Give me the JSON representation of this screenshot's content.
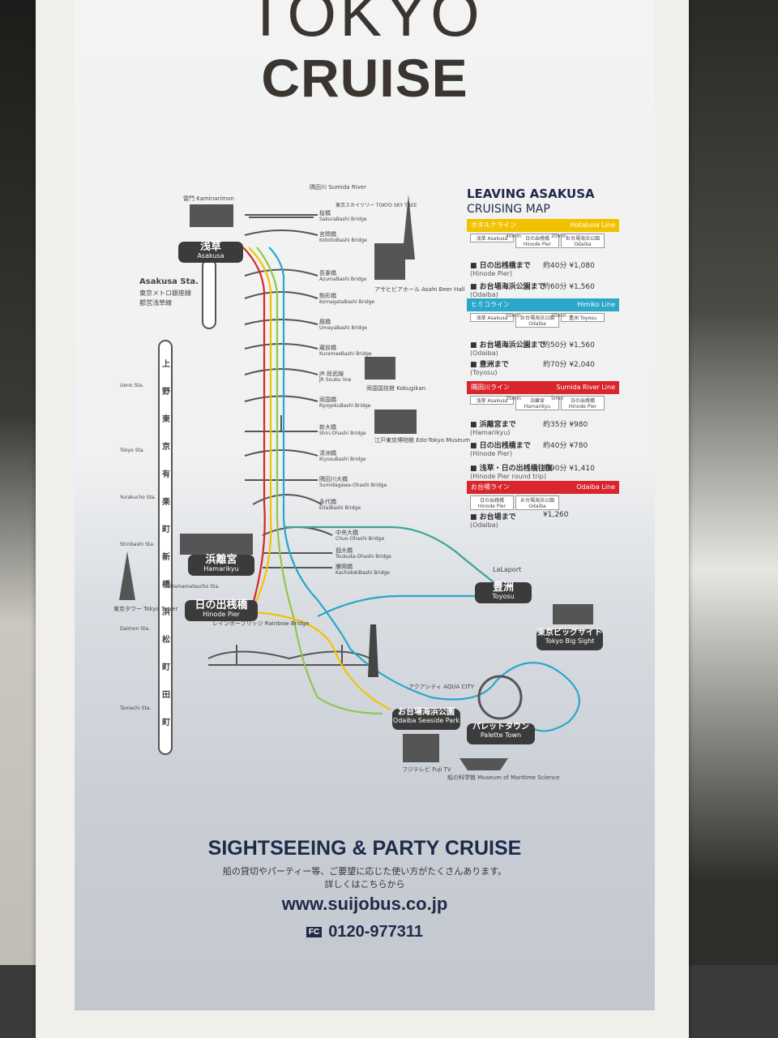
{
  "title_top": "TOKYO",
  "title_main": "CRUISE",
  "legend": {
    "heading1": "LEAVING ASAKUSA",
    "heading2": "CRUISING MAP",
    "lines": [
      {
        "name": "ホタルナライン",
        "en": "Hotaluna Line",
        "color": "#f2c200",
        "stops": [
          "浅草 Asakusa",
          "日の出桟橋 Hinode Pier",
          "お台場海浜公園 Odaiba"
        ],
        "times": [
          "40min",
          "20min"
        ]
      },
      {
        "name": "ヒミコライン",
        "en": "Himiko Line",
        "color": "#2aa7c9",
        "stops": [
          "浅草 Asakusa",
          "お台場海浜公園 Odaiba",
          "豊洲 Toyosu"
        ],
        "times": [
          "50min",
          "20min"
        ]
      },
      {
        "name": "隅田川ライン",
        "en": "Sumida River Line",
        "color": "#d9252c",
        "stops": [
          "浅草 Asakusa",
          "浜離宮 Hamarikyu",
          "日の出桟橋 Hinode Pier"
        ],
        "times": [
          "35min",
          "5min"
        ]
      },
      {
        "name": "お台場ライン",
        "en": "Odaiba Line",
        "color": "#d9252c",
        "stops": [
          "日の出桟橋 Hinode Pier",
          "お台場海浜公園 Odaiba"
        ],
        "times": []
      }
    ],
    "fares": [
      {
        "jp": "日の出桟橋まで",
        "en": "(Hinode Pier)",
        "time": "約40分",
        "price": "¥1,080"
      },
      {
        "jp": "お台場海浜公園まで",
        "en": "(Odaiba)",
        "time": "約60分",
        "price": "¥1,560"
      },
      {
        "jp": "お台場海浜公園まで",
        "en": "(Odaiba)",
        "time": "約50分",
        "price": "¥1,560"
      },
      {
        "jp": "豊洲まで",
        "en": "(Toyosu)",
        "time": "約70分",
        "price": "¥2,040"
      },
      {
        "jp": "浜離宮まで",
        "en": "(Hamarikyu)",
        "time": "約35分",
        "price": "¥980"
      },
      {
        "jp": "日の出桟橋まで",
        "en": "(Hinode Pier)",
        "time": "約40分",
        "price": "¥780"
      },
      {
        "jp": "浅草・日の出桟橋往復",
        "en": "(Hinode Pier round trip)",
        "time": "約90分",
        "price": "¥1,410"
      },
      {
        "jp": "お台場まで",
        "en": "(Odaiba)",
        "time": "",
        "price": "¥1,260"
      }
    ]
  },
  "stations": {
    "asakusa": {
      "jp": "浅草",
      "en": "Asakusa"
    },
    "hamarikyu": {
      "jp": "浜離宮",
      "en": "Hamarikyu"
    },
    "hinode": {
      "jp": "日の出桟橋",
      "en": "Hinode Pier"
    },
    "toyosu": {
      "jp": "豊洲",
      "en": "Toyosu"
    },
    "bigsight": {
      "jp": "東京ビッグサイト",
      "en": "Tokyo Big Sight"
    },
    "odaiba": {
      "jp": "お台場海浜公園",
      "en": "Odaiba Seaside Park"
    },
    "palette": {
      "jp": "パレットタウン",
      "en": "Palette Town"
    }
  },
  "labels": {
    "kaminarimon": "雷門 Kaminarimon",
    "sumida": "隅田川 Sumida River",
    "skytree": "東京スカイツリー TOKYO SKY TREE",
    "asahi": "アサヒビアホール Asahi Beer Hall",
    "kokugikan": "両国国技館 Kokugikan",
    "edotokyo": "江戸東京博物館 Edo-Tokyo Museum",
    "lalaport": "LaLaport",
    "aquacity": "アクアシティ AQUA CITY",
    "fujitv": "フジテレビ Fuji TV",
    "maritime": "船の科学館 Museum of Maritime Science",
    "tokyotower": "東京タワー Tokyo Tower",
    "rainbow": "レインボーブリッジ Rainbow Bridge",
    "asakusa_sta": "Asakusa Sta.",
    "asakusa_sta_jp1": "東京メトロ銀座線",
    "asakusa_sta_jp2": "都営浅草線"
  },
  "bridges": [
    {
      "jp": "桜橋",
      "en": "SakuraBashi Bridge"
    },
    {
      "jp": "言問橋",
      "en": "KototoiBashi Bridge"
    },
    {
      "jp": "吾妻橋",
      "en": "AzumaBashi Bridge"
    },
    {
      "jp": "駒形橋",
      "en": "KomagataBashi Bridge"
    },
    {
      "jp": "厩橋",
      "en": "UmayaBashi Bridge"
    },
    {
      "jp": "蔵前橋",
      "en": "KuramaeBashi Bridge"
    },
    {
      "jp": "JR 総武線",
      "en": "JR Soubu line"
    },
    {
      "jp": "両国橋",
      "en": "RyogokuBashi Bridge"
    },
    {
      "jp": "新大橋",
      "en": "Shin-Ohashi Bridge"
    },
    {
      "jp": "清洲橋",
      "en": "KiyosuBashi Bridge"
    },
    {
      "jp": "隅田川大橋",
      "en": "Sumidagawa-Ohashi Bridge"
    },
    {
      "jp": "永代橋",
      "en": "EitaiBashi Bridge"
    },
    {
      "jp": "中央大橋",
      "en": "Chuo-Ohashi Bridge"
    },
    {
      "jp": "佃大橋",
      "en": "Tsukuda-Ohashi Bridge"
    },
    {
      "jp": "勝鬨橋",
      "en": "KachidokiBashi Bridge"
    }
  ],
  "jr": [
    "Ueno Sta.",
    "Tokyo Sta.",
    "Yurakucho Sta.",
    "Shinbashi Sta.",
    "Hamamatsucho Sta.",
    "Daimon Sta.",
    "Tamachi Sta."
  ],
  "jr_chars": [
    "上",
    "野",
    "東",
    "京",
    "有",
    "楽",
    "町",
    "新",
    "橋",
    "浜",
    "松",
    "町",
    "田",
    "町"
  ],
  "bottom": {
    "headline": "SIGHTSEEING & PARTY CRUISE",
    "jp1": "船の貸切やパーティー等、ご要望に応じた使い方がたくさんあります。",
    "jp2": "詳しくはこちらから",
    "url": "www.suijobus.co.jp",
    "fc": "FC",
    "phone": "0120-977311"
  },
  "colors": {
    "yellow": "#f2c200",
    "green": "#8fc64a",
    "red": "#d9252c",
    "blue": "#2aa7c9",
    "teal": "#3aa597"
  }
}
